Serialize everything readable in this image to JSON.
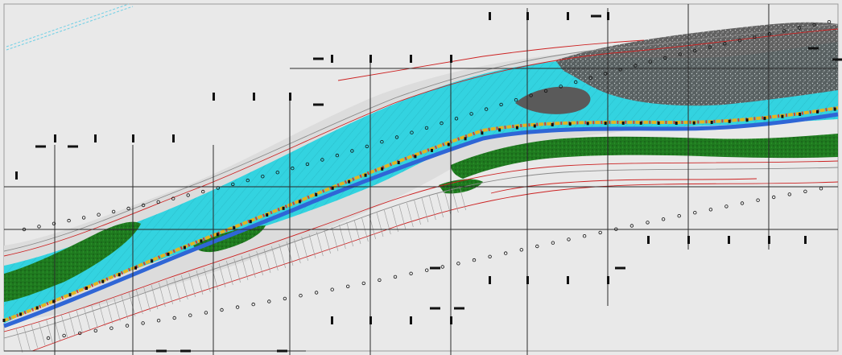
{
  "map": {
    "type": "river-engineering-plan-drawing",
    "colors": {
      "background": "#e9e9e9",
      "frame": "#9a9a9a",
      "grid": "#2a2a2a",
      "channel": "#33d3e0",
      "channel_hatch": "#1fa6b3",
      "vegetation": "#1f7a1f",
      "vegetation_dark": "#145214",
      "sediment_bar": "#5a5a5a",
      "centerline": "#2f66d6",
      "chainage_dash_a": "#e3b422",
      "chainage_dash_b": "#d8402a",
      "contour_red": "#cc2222",
      "contour_grey": "#8a8a8a",
      "markers": "#111111",
      "boundary_cyan": "#6fd0e6"
    },
    "features": [
      "grid-lines",
      "river-channel",
      "vegetation-bands",
      "sediment-bar",
      "centerline",
      "chainage-ticks",
      "section-markers",
      "survey-points",
      "contour-lines"
    ]
  }
}
